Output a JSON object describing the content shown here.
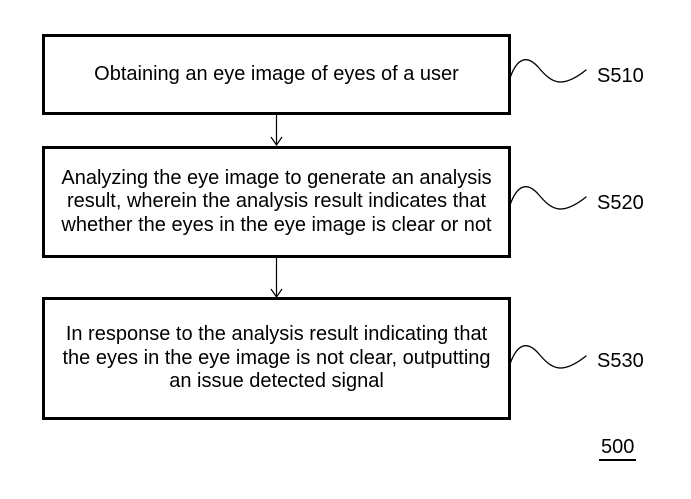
{
  "figure": {
    "number": "500",
    "steps": [
      {
        "id": "S510",
        "text": "Obtaining an eye image of eyes of a user"
      },
      {
        "id": "S520",
        "text": "Analyzing the eye image to generate an analysis result, wherein the analysis result indicates that whether the eyes in the eye image is clear or not"
      },
      {
        "id": "S530",
        "text": "In response to the analysis result indicating that the eyes in the eye image is not clear, outputting an issue detected signal"
      }
    ],
    "icons": {
      "flow_connector": "down-arrow",
      "label_connector": "squiggle-wave"
    },
    "colors": {
      "line": "#000000",
      "text": "#000000",
      "background": "#ffffff"
    }
  }
}
